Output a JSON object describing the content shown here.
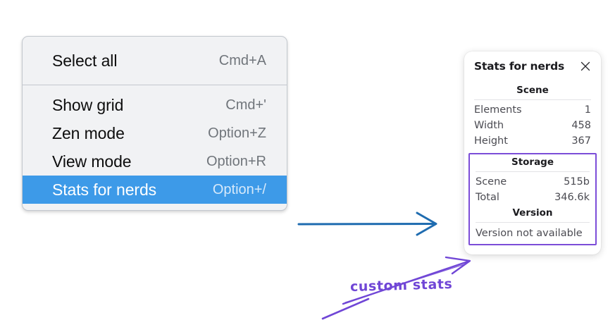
{
  "context_menu": {
    "groups": [
      {
        "items": [
          {
            "label": "Select all",
            "shortcut": "Cmd+A",
            "selected": false
          }
        ]
      },
      {
        "items": [
          {
            "label": "Show grid",
            "shortcut": "Cmd+'",
            "selected": false
          },
          {
            "label": "Zen mode",
            "shortcut": "Option+Z",
            "selected": false
          },
          {
            "label": "View mode",
            "shortcut": "Option+R",
            "selected": false
          },
          {
            "label": "Stats for nerds",
            "shortcut": "Option+/",
            "selected": true
          }
        ]
      }
    ],
    "highlight_color": "#3d9ae8"
  },
  "stats_panel": {
    "title": "Stats for nerds",
    "close_icon": "close-icon",
    "scene": {
      "section_title": "Scene",
      "rows": [
        {
          "key": "Elements",
          "value": "1"
        },
        {
          "key": "Width",
          "value": "458"
        },
        {
          "key": "Height",
          "value": "367"
        }
      ]
    },
    "storage": {
      "section_title": "Storage",
      "rows": [
        {
          "key": "Scene",
          "value": "515b"
        },
        {
          "key": "Total",
          "value": "346.6k"
        }
      ]
    },
    "version": {
      "section_title": "Version",
      "note": "Version not available"
    },
    "highlight_border_color": "#7c4dd8"
  },
  "annotations": {
    "flow_arrow": {
      "name": "blue-arrow",
      "color": "#1f6cb0"
    },
    "callout_text": "custom stats",
    "callout_color": "#7046d6"
  }
}
